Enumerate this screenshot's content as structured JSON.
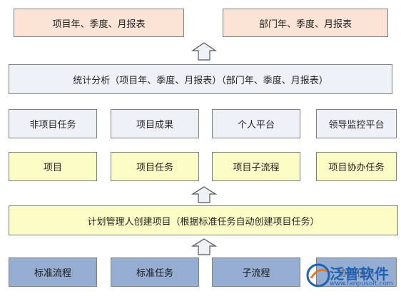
{
  "top": {
    "left_label": "项目年、季度、月报表",
    "right_label": "部门年、季度、月报表"
  },
  "analysis": {
    "label": "统计分析（项目年、季度、月报表）（部门年、季度、月报表）"
  },
  "row_gray": [
    "非项目任务",
    "项目成果",
    "个人平台",
    "领导监控平台"
  ],
  "row_yellow": [
    "项目",
    "项目任务",
    "项目子流程",
    "项目协办任务"
  ],
  "plan": {
    "label": "计划管理人创建项目（根据标准任务自动创建项目任务）"
  },
  "row_blue": [
    "标准流程",
    "标准任务",
    "子流程",
    "协办任务"
  ],
  "watermark": {
    "brand": "泛普软件",
    "url": "www.fanpusoft.com"
  },
  "colors": {
    "peach": "#fbe4d5",
    "gray": "#eef1f7",
    "yellow": "#fbfbc6",
    "blue": "#95add1"
  }
}
